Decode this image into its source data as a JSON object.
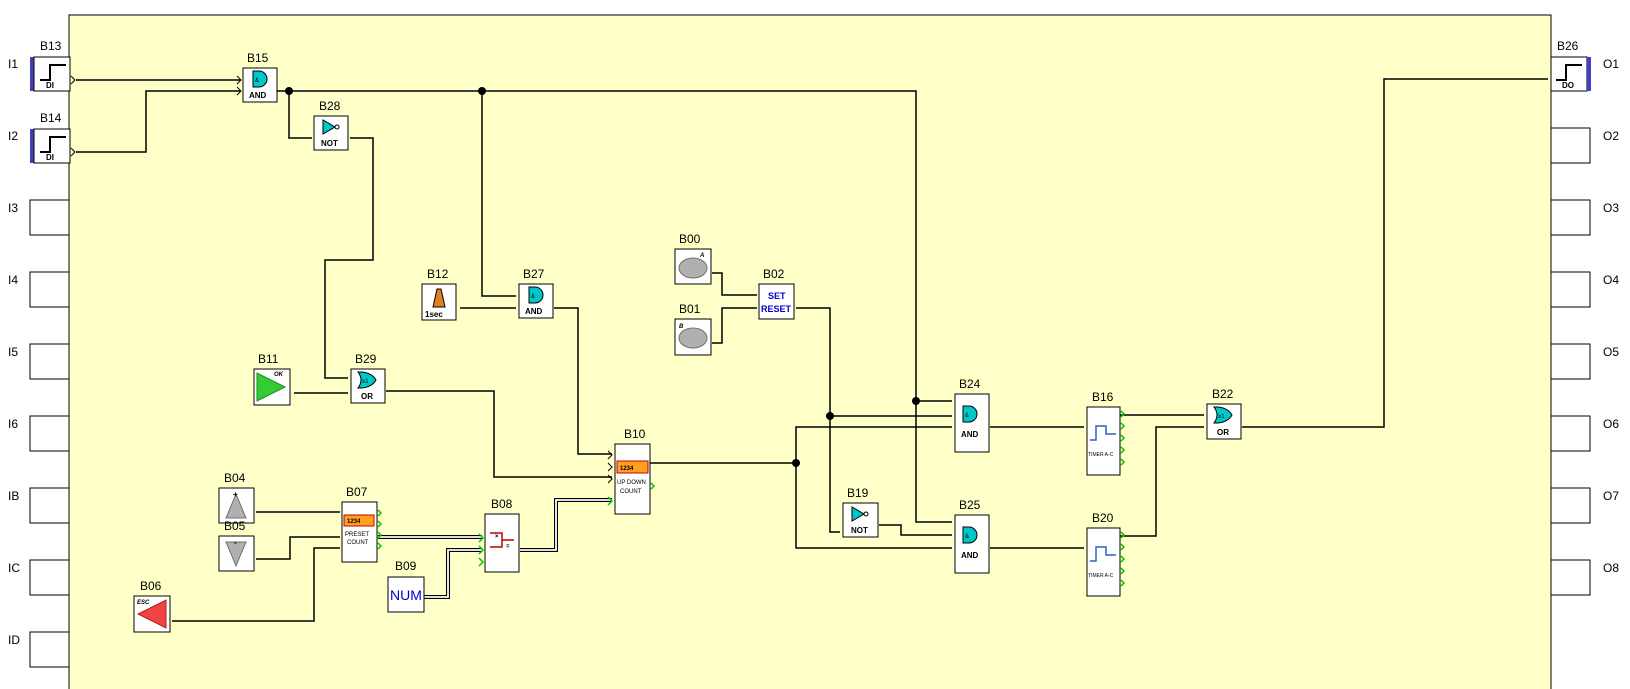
{
  "colors": {
    "panel": "#ffffc8",
    "wire": "#000000",
    "gate_fill": "#00c8c8",
    "analog_marker": "#00c800",
    "num_text": "#0000cc",
    "setreset_text": "#0000cc",
    "ok_green": "#33cc33",
    "esc_red": "#ee4444"
  },
  "inputs": {
    "labels": [
      "I1",
      "I2",
      "I3",
      "I4",
      "I5",
      "I6",
      "IB",
      "IC",
      "ID"
    ]
  },
  "outputs": {
    "labels": [
      "O1",
      "O2",
      "O3",
      "O4",
      "O5",
      "O6",
      "O7",
      "O8"
    ]
  },
  "blocks": {
    "B13": {
      "id": "B13",
      "type": "DI",
      "icon": "digital-input-icon"
    },
    "B14": {
      "id": "B14",
      "type": "DI",
      "icon": "digital-input-icon"
    },
    "B15": {
      "id": "B15",
      "type": "AND",
      "icon": "and-gate-icon"
    },
    "B28": {
      "id": "B28",
      "type": "NOT",
      "icon": "not-gate-icon"
    },
    "B12": {
      "id": "B12",
      "type": "1sec",
      "icon": "metronome-icon"
    },
    "B27": {
      "id": "B27",
      "type": "AND",
      "icon": "and-gate-icon"
    },
    "B11": {
      "id": "B11",
      "type": "OK",
      "icon": "ok-key-icon"
    },
    "B29": {
      "id": "B29",
      "type": "OR",
      "icon": "or-gate-icon"
    },
    "B00": {
      "id": "B00",
      "type": "A",
      "icon": "button-a-icon"
    },
    "B01": {
      "id": "B01",
      "type": "B",
      "icon": "button-b-icon"
    },
    "B02": {
      "id": "B02",
      "type": "SET",
      "type2": "RESET",
      "icon": "set-reset-icon"
    },
    "B04": {
      "id": "B04",
      "type": "+",
      "icon": "up-key-icon"
    },
    "B05": {
      "id": "B05",
      "type": "-",
      "icon": "down-key-icon"
    },
    "B06": {
      "id": "B06",
      "type": "ESC",
      "icon": "esc-key-icon"
    },
    "B07": {
      "id": "B07",
      "type": "1234",
      "type2": "PRESET",
      "type3": "COUNT",
      "icon": "preset-counter-icon"
    },
    "B08": {
      "id": "B08",
      "type": "compare",
      "icon": "compare-icon"
    },
    "B09": {
      "id": "B09",
      "type": "NUM",
      "icon": "numeric-constant-icon"
    },
    "B10": {
      "id": "B10",
      "type": "1234",
      "type2": "UP DOWN",
      "type3": "COUNT",
      "icon": "updown-counter-icon"
    },
    "B19": {
      "id": "B19",
      "type": "NOT",
      "icon": "not-gate-icon"
    },
    "B24": {
      "id": "B24",
      "type": "AND",
      "icon": "and-gate-icon"
    },
    "B25": {
      "id": "B25",
      "type": "AND",
      "icon": "and-gate-icon"
    },
    "B16": {
      "id": "B16",
      "type": "TIMER A-C",
      "icon": "timer-icon"
    },
    "B20": {
      "id": "B20",
      "type": "TIMER A-C",
      "icon": "timer-icon"
    },
    "B22": {
      "id": "B22",
      "type": "OR",
      "icon": "or-gate-icon"
    },
    "B26": {
      "id": "B26",
      "type": "DO",
      "icon": "digital-output-icon"
    }
  }
}
